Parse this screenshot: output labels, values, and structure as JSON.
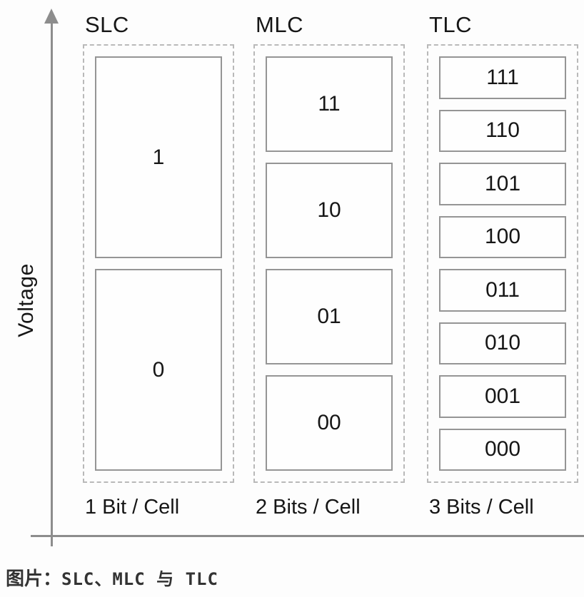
{
  "figure": {
    "y_axis_label": "Voltage",
    "columns": [
      {
        "title": "SLC",
        "caption": "1 Bit / Cell",
        "cells": [
          "1",
          "0"
        ]
      },
      {
        "title": "MLC",
        "caption": "2 Bits / Cell",
        "cells": [
          "11",
          "10",
          "01",
          "00"
        ]
      },
      {
        "title": "TLC",
        "caption": "3 Bits / Cell",
        "cells": [
          "111",
          "110",
          "101",
          "100",
          "011",
          "010",
          "001",
          "000"
        ]
      }
    ],
    "caption_prefix": "图片：",
    "caption_text": "SLC、MLC 与 TLC"
  },
  "colors": {
    "background": "#fdfdfd",
    "axis": "#8d8d8d",
    "solid_border": "#959595",
    "dashed_border": "#b9b9b9",
    "text": "#161616",
    "caption_text": "#333333"
  }
}
